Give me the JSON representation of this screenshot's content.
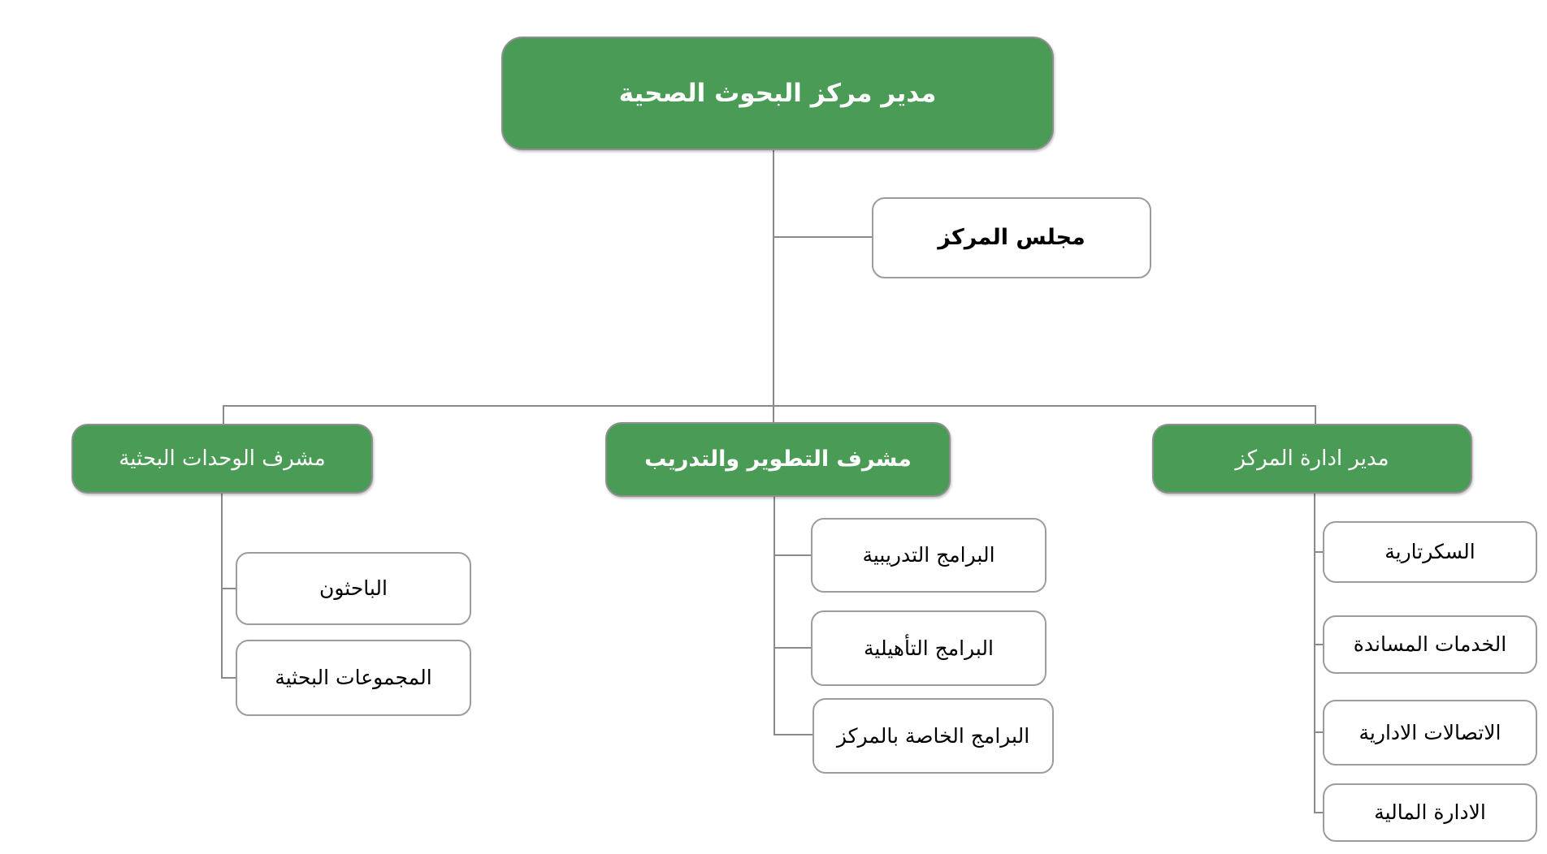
{
  "colors": {
    "background": "#ffffff",
    "green": "#4a9b55",
    "green_border": "#8f8f8f",
    "white_node_border": "#9c9c9c",
    "connector": "#8a8a8a",
    "text_on_green": "#ffffff",
    "text_on_white": "#000000"
  },
  "org": {
    "root": {
      "label": "مدير مركز البحوث الصحية"
    },
    "council": {
      "label": "مجلس المركز"
    },
    "branches": [
      {
        "label": "مشرف الوحدات البحثية",
        "children": [
          {
            "label": "الباحثون"
          },
          {
            "label": "المجموعات البحثية"
          }
        ]
      },
      {
        "label": "مشرف التطوير والتدريب",
        "children": [
          {
            "label": "البرامج التدريبية"
          },
          {
            "label": "البرامج التأهيلية"
          },
          {
            "label": "البرامج الخاصة بالمركز"
          }
        ]
      },
      {
        "label": "مدير ادارة المركز",
        "children": [
          {
            "label": "السكرتارية"
          },
          {
            "label": "الخدمات المساندة"
          },
          {
            "label": "الاتصالات الادارية"
          },
          {
            "label": "الادارة المالية"
          }
        ]
      }
    ]
  }
}
